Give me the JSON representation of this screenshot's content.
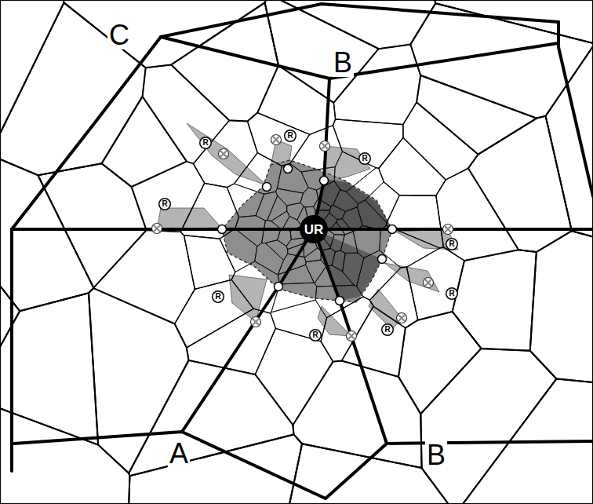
{
  "diagram": {
    "nodes": [
      {
        "text": [
          "R"
        ]
      },
      {
        "text": [
          "R"
        ]
      },
      {
        "text": [
          "R"
        ]
      },
      {
        "text": [
          "R"
        ]
      },
      {
        "text": [
          "UR"
        ]
      },
      {
        "text": [
          "R"
        ]
      },
      {
        "text": [
          "R"
        ]
      },
      {
        "text": [
          "R"
        ]
      },
      {
        "text": [
          "R"
        ]
      },
      {
        "text": [
          "R"
        ]
      }
    ],
    "labels": [
      "C",
      "B",
      "A",
      "B"
    ]
  }
}
